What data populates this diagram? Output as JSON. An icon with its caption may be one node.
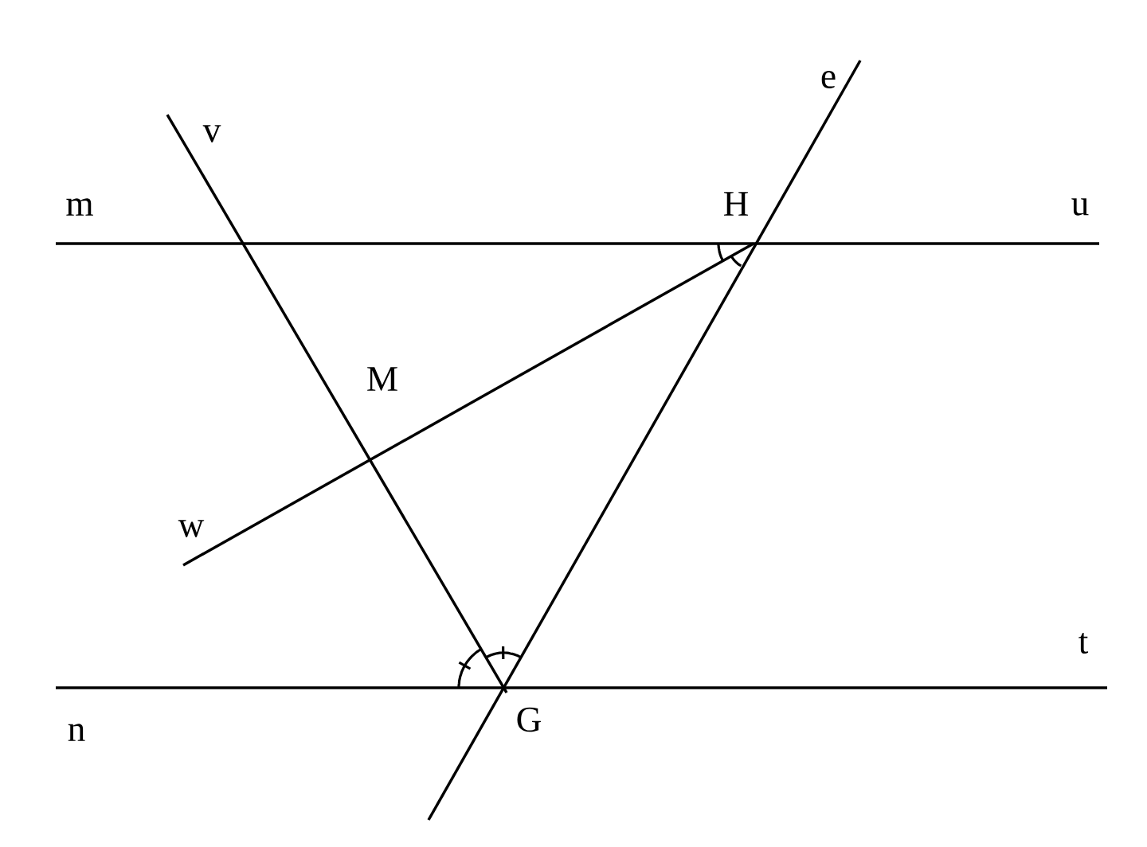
{
  "diagram": {
    "labels": [
      "e",
      "v",
      "m",
      "H",
      "u",
      "M",
      "w",
      "t",
      "n",
      "G"
    ]
  }
}
